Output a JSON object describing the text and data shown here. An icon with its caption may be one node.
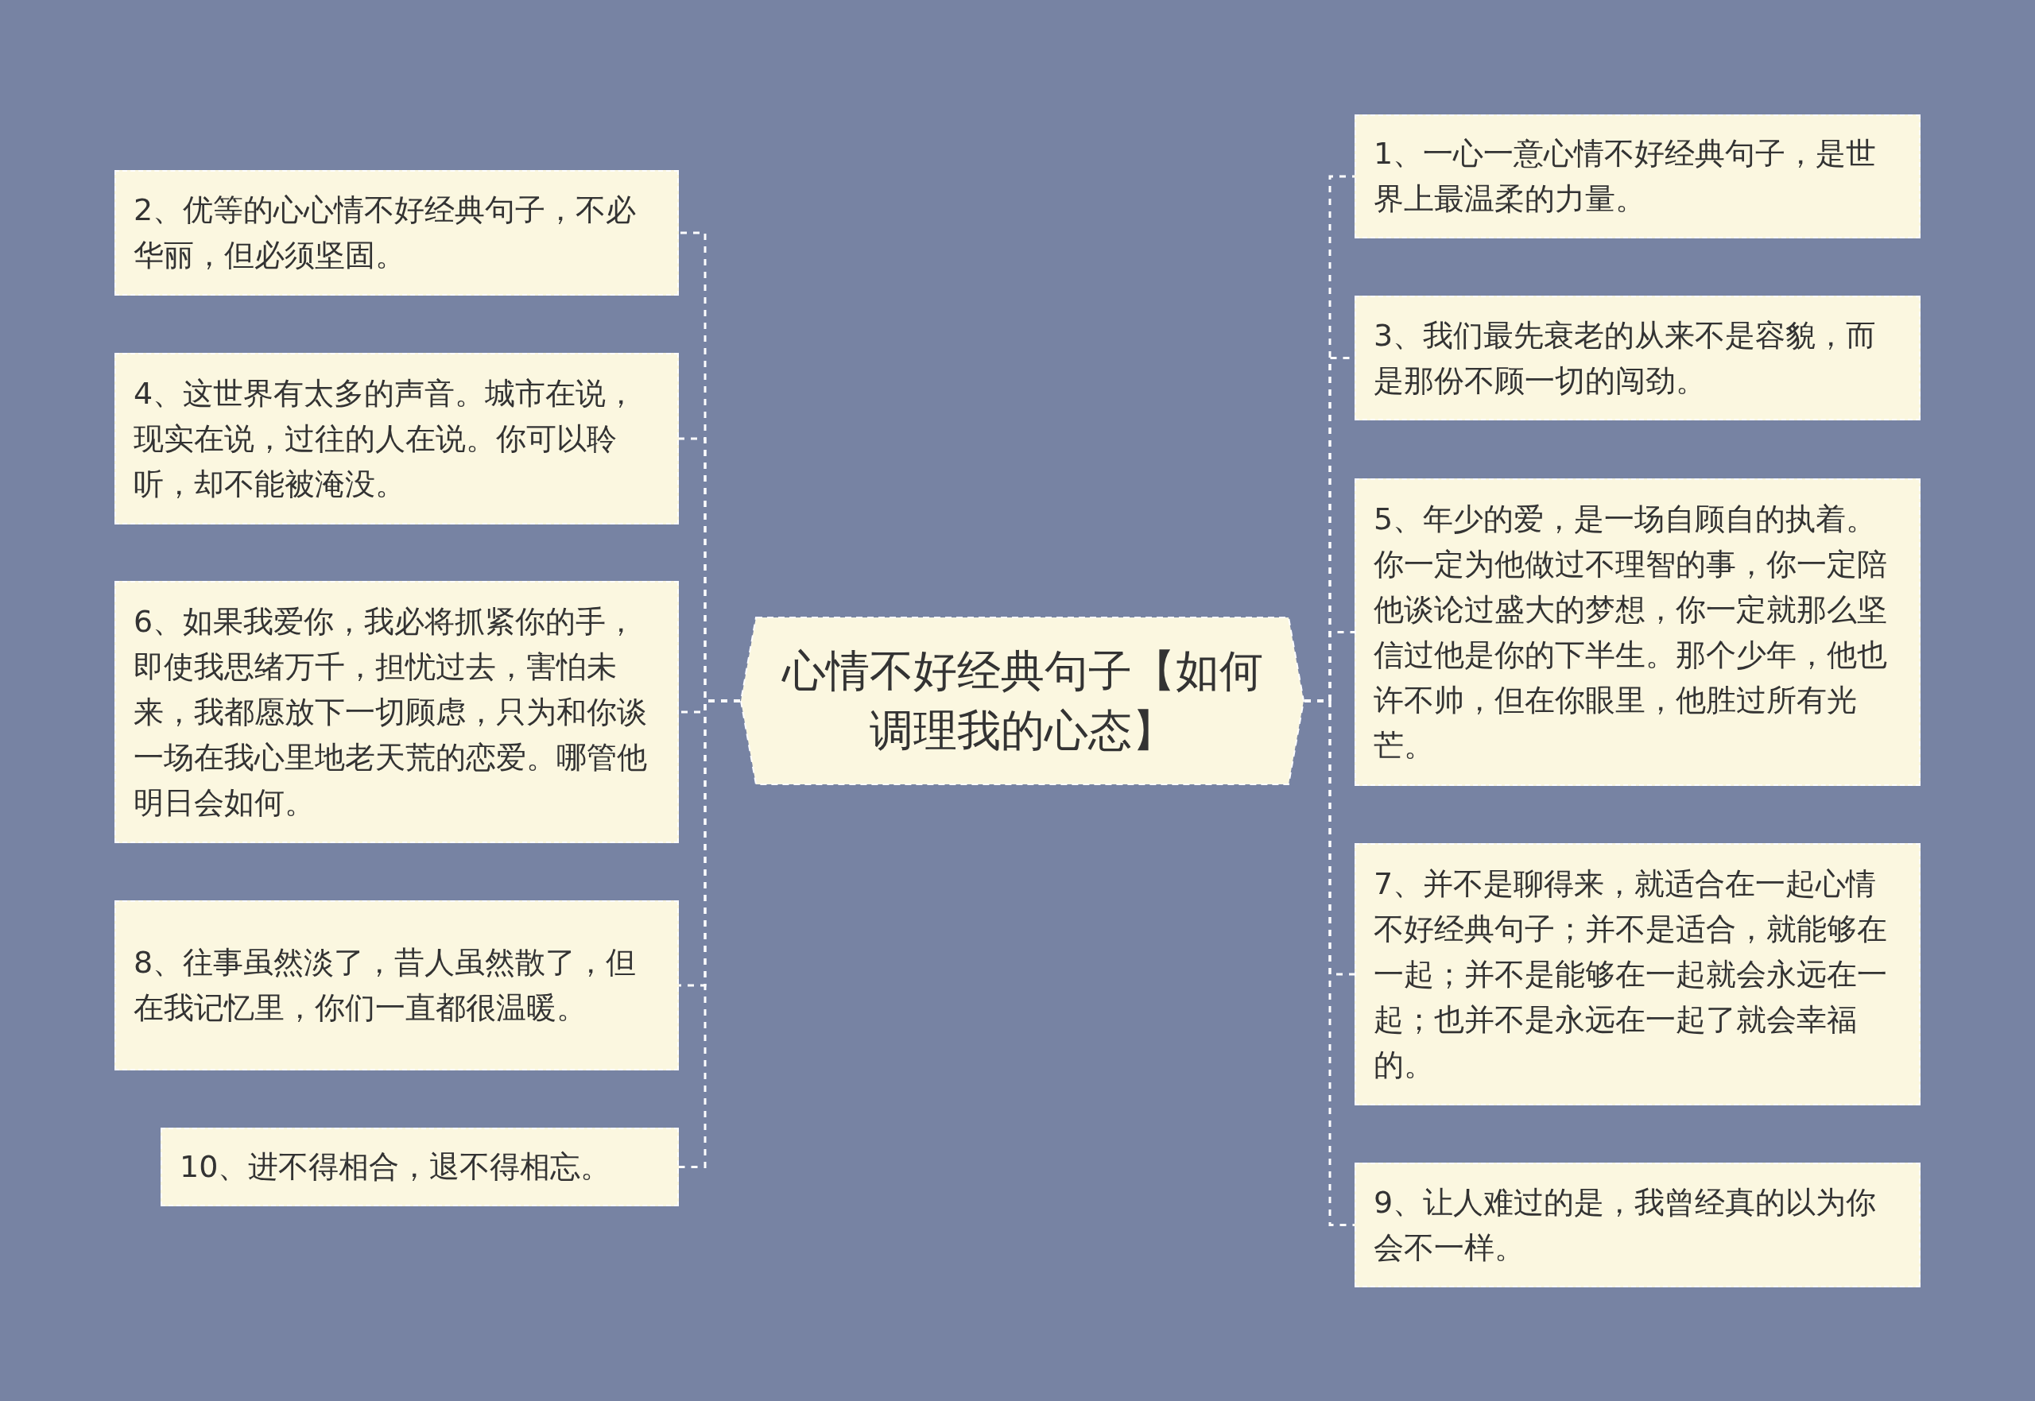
{
  "diagram": {
    "nodes": [
      {
        "text": [
          "心情不好经典句子【如何调理我的心态】"
        ]
      },
      {
        "text": [
          "2、优等的心心情不好经典句子，不必华丽，但必须坚固。"
        ]
      },
      {
        "text": [
          "4、这世界有太多的声音。城市在说，现实在说，过往的人在说。你可以聆听，却不能被淹没。"
        ]
      },
      {
        "text": [
          "6、如果我爱你，我必将抓紧你的手，即使我思绪万千，担忧过去，害怕未来，我都愿放下一切顾虑，只为和你谈一场在我心里地老天荒的恋爱。哪管他明日会如何。"
        ]
      },
      {
        "text": [
          "8、往事虽然淡了，昔人虽然散了，但在我记忆里，你们一直都很温暖。"
        ]
      },
      {
        "text": [
          "10、进不得相合，退不得相忘。"
        ]
      },
      {
        "text": [
          "1、一心一意心情不好经典句子，是世界上最温柔的力量。"
        ]
      },
      {
        "text": [
          "3、我们最先衰老的从来不是容貌，而是那份不顾一切的闯劲。"
        ]
      },
      {
        "text": [
          "5、年少的爱，是一场自顾自的执着。你一定为他做过不理智的事，你一定陪他谈论过盛大的梦想，你一定就那么坚信过他是你的下半生。那个少年，他也许不帅，但在你眼里，他胜过所有光芒。"
        ]
      },
      {
        "text": [
          "7、并不是聊得来，就适合在一起心情不好经典句子；并不是适合，就能够在一起；并不是能够在一起就会永远在一起；也并不是永远在一起了就会幸福的。"
        ]
      },
      {
        "text": [
          "9、让人难过的是，我曾经真的以为你会不一样。"
        ]
      }
    ],
    "edges": [
      {
        "from": 0,
        "to": 1,
        "arrow": "none"
      },
      {
        "from": 0,
        "to": 2,
        "arrow": "none"
      },
      {
        "from": 0,
        "to": 3,
        "arrow": "none"
      },
      {
        "from": 0,
        "to": 4,
        "arrow": "none"
      },
      {
        "from": 0,
        "to": 5,
        "arrow": "none"
      },
      {
        "from": 0,
        "to": 6,
        "arrow": "none"
      },
      {
        "from": 0,
        "to": 7,
        "arrow": "none"
      },
      {
        "from": 0,
        "to": 8,
        "arrow": "none"
      },
      {
        "from": 0,
        "to": 9,
        "arrow": "none"
      },
      {
        "from": 0,
        "to": 10,
        "arrow": "none"
      }
    ]
  }
}
